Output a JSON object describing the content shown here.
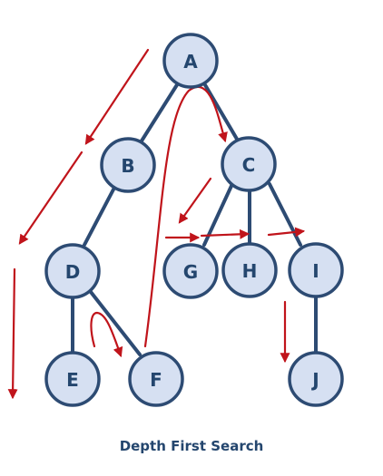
{
  "caption": "Depth First Search",
  "colors": {
    "node_fill": "#d6e0f2",
    "node_stroke": "#2d4b73",
    "node_text": "#24466e",
    "traversal_arrow": "#c0141b"
  },
  "nodes": [
    {
      "id": "A",
      "label": "A"
    },
    {
      "id": "B",
      "label": "B"
    },
    {
      "id": "C",
      "label": "C"
    },
    {
      "id": "D",
      "label": "D"
    },
    {
      "id": "G",
      "label": "G"
    },
    {
      "id": "H",
      "label": "H"
    },
    {
      "id": "I",
      "label": "I"
    },
    {
      "id": "E",
      "label": "E"
    },
    {
      "id": "F",
      "label": "F"
    },
    {
      "id": "J",
      "label": "J"
    }
  ],
  "edges": [
    {
      "from": "A",
      "to": "B"
    },
    {
      "from": "A",
      "to": "C"
    },
    {
      "from": "B",
      "to": "D"
    },
    {
      "from": "C",
      "to": "G"
    },
    {
      "from": "C",
      "to": "H"
    },
    {
      "from": "C",
      "to": "I"
    },
    {
      "from": "D",
      "to": "E"
    },
    {
      "from": "D",
      "to": "F"
    },
    {
      "from": "I",
      "to": "J"
    }
  ]
}
